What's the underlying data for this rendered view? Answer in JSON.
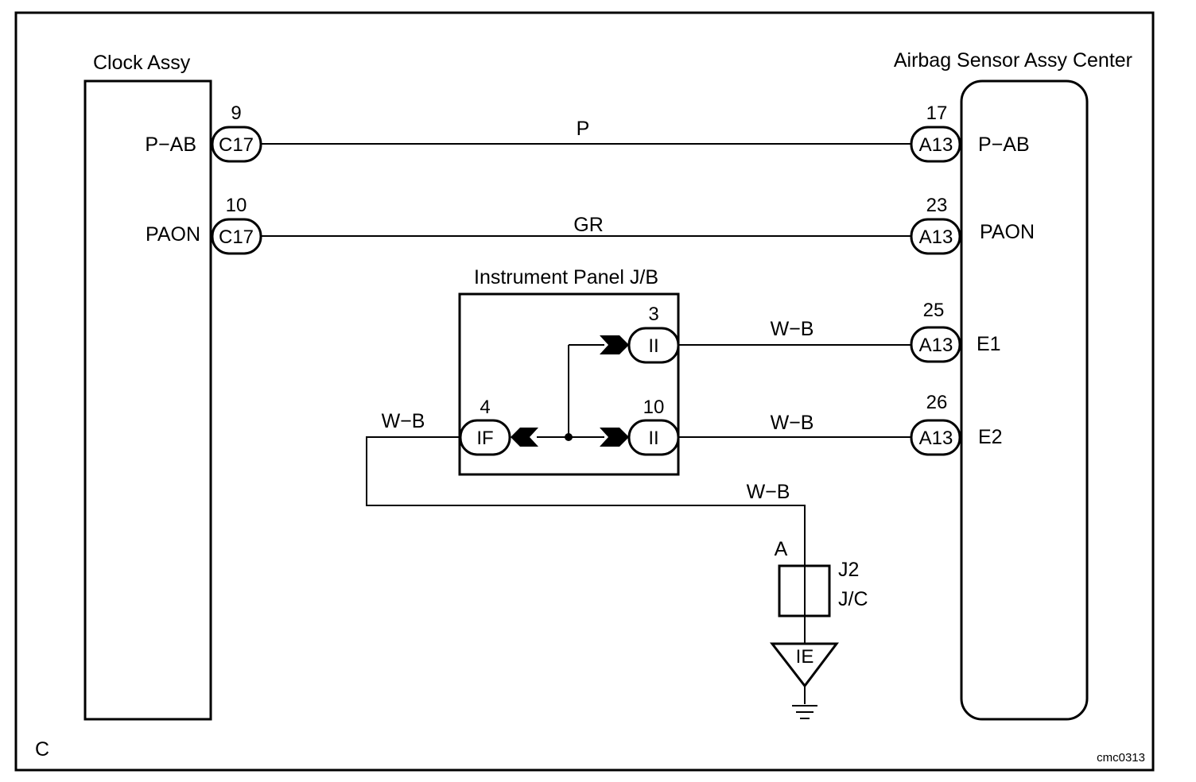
{
  "components": {
    "clock_assy": "Clock Assy",
    "airbag_sensor": "Airbag Sensor Assy Center",
    "instrument_panel_jb": "Instrument Panel J/B"
  },
  "clock_pins": [
    "P−AB",
    "PAON"
  ],
  "airbag_pins": [
    "P−AB",
    "PAON",
    "E1",
    "E2"
  ],
  "pin_numbers": {
    "c17_pab": "9",
    "c17_paon": "10",
    "a13_pab": "17",
    "a13_paon": "23",
    "a13_e1": "25",
    "a13_e2": "26",
    "ii_top": "3",
    "ii_bottom": "10",
    "if_left": "4"
  },
  "connectors": {
    "c17": "C17",
    "a13": "A13",
    "ii": "II",
    "if": "IF",
    "ie": "IE"
  },
  "wires": {
    "p": "P",
    "gr": "GR",
    "wb1": "W−B",
    "wb2": "W−B",
    "wb3": "W−B",
    "wb4": "W−B"
  },
  "junction": {
    "point": "A",
    "name": "J2",
    "type": "J/C"
  },
  "corner_letter": "C",
  "figure_code": "cmc0313"
}
